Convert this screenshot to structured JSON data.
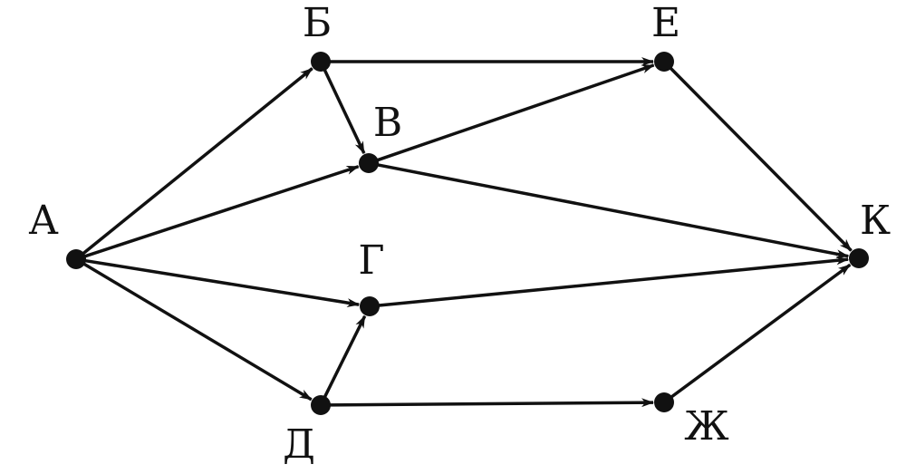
{
  "graph": {
    "nodes": [
      {
        "id": "A",
        "label": "А"
      },
      {
        "id": "B",
        "label": "Б"
      },
      {
        "id": "V",
        "label": "В"
      },
      {
        "id": "G",
        "label": "Г"
      },
      {
        "id": "D",
        "label": "Д"
      },
      {
        "id": "E",
        "label": "Е"
      },
      {
        "id": "Zh",
        "label": "Ж"
      },
      {
        "id": "K",
        "label": "К"
      }
    ],
    "edges": [
      {
        "from": "A",
        "to": "B"
      },
      {
        "from": "A",
        "to": "V"
      },
      {
        "from": "A",
        "to": "G"
      },
      {
        "from": "A",
        "to": "D"
      },
      {
        "from": "B",
        "to": "E"
      },
      {
        "from": "B",
        "to": "V"
      },
      {
        "from": "V",
        "to": "E"
      },
      {
        "from": "V",
        "to": "K"
      },
      {
        "from": "D",
        "to": "G"
      },
      {
        "from": "D",
        "to": "Zh"
      },
      {
        "from": "G",
        "to": "K"
      },
      {
        "from": "E",
        "to": "K"
      },
      {
        "from": "Zh",
        "to": "K"
      }
    ]
  },
  "colors": {
    "ink": "#111111",
    "background": "#ffffff"
  }
}
